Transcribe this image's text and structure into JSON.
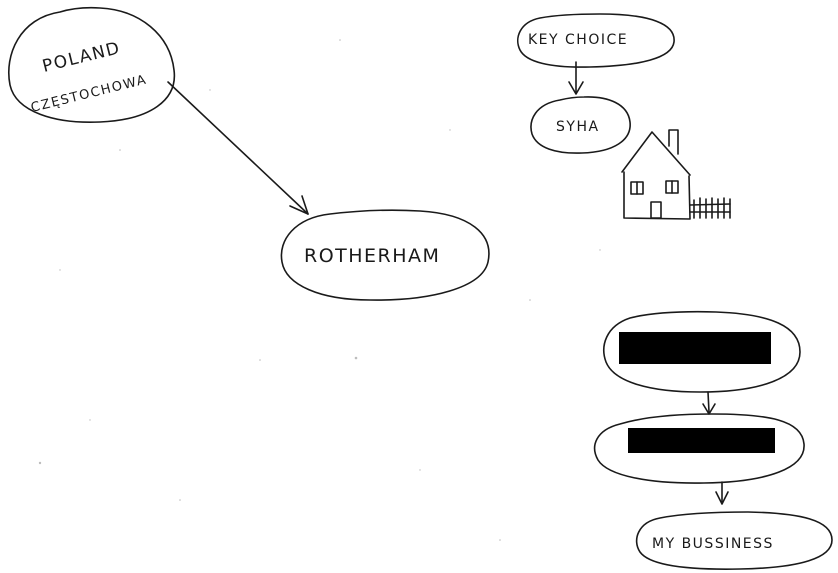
{
  "nodes": {
    "origin": {
      "line1": "POLAND",
      "line2": "CZĘSTOCHOWA"
    },
    "destination": {
      "label": "ROTHERHAM"
    },
    "key_choice": {
      "label": "KEY CHOICE"
    },
    "syha": {
      "label": "SYHA"
    },
    "redacted_1": {
      "label": ""
    },
    "redacted_2": {
      "label": ""
    },
    "business": {
      "label": "MY BUSSINESS"
    }
  },
  "drawings": {
    "house": "house-icon"
  },
  "colors": {
    "ink": "#1a1a1a",
    "redaction": "#000000",
    "paper": "#ffffff"
  }
}
